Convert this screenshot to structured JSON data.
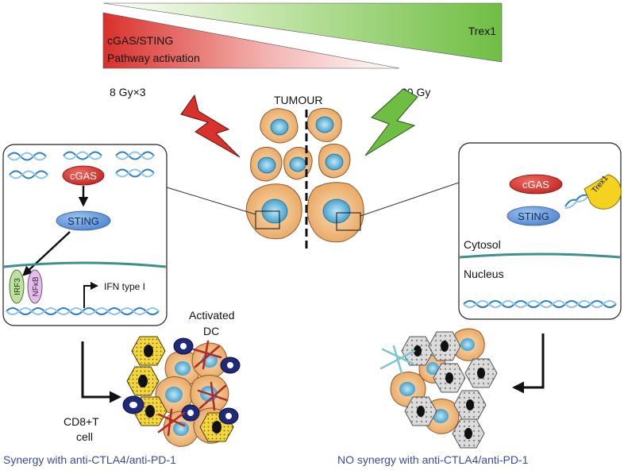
{
  "gradient": {
    "left_line1": "cGAS/STING",
    "left_line2": "Pathway activation",
    "right_label": "Trex1",
    "colors": {
      "red": "#d9312b",
      "green": "#6fbe44"
    }
  },
  "doses": {
    "left": "8 Gy×3",
    "right": "20 Gy"
  },
  "tumour_label": "TUMOUR",
  "left_panel": {
    "cgas": "cGAS",
    "sting": "STING",
    "irf3": "IRF3",
    "nfkb": "NFκB",
    "ifn": "IFN type I"
  },
  "right_panel": {
    "cgas": "cGAS",
    "sting": "STING",
    "trex1": "Trex1",
    "cytosol": "Cytosol",
    "nucleus": "Nucleus"
  },
  "labels": {
    "activated": "Activated",
    "dc": "DC",
    "cd8_line1": "CD8+T",
    "cd8_line2": "cell"
  },
  "captions": {
    "left": "Synergy with anti-CTLA4/anti-PD-1",
    "right": "NO synergy with anti-CTLA4/anti-PD-1",
    "color": "#3a4a9e"
  }
}
